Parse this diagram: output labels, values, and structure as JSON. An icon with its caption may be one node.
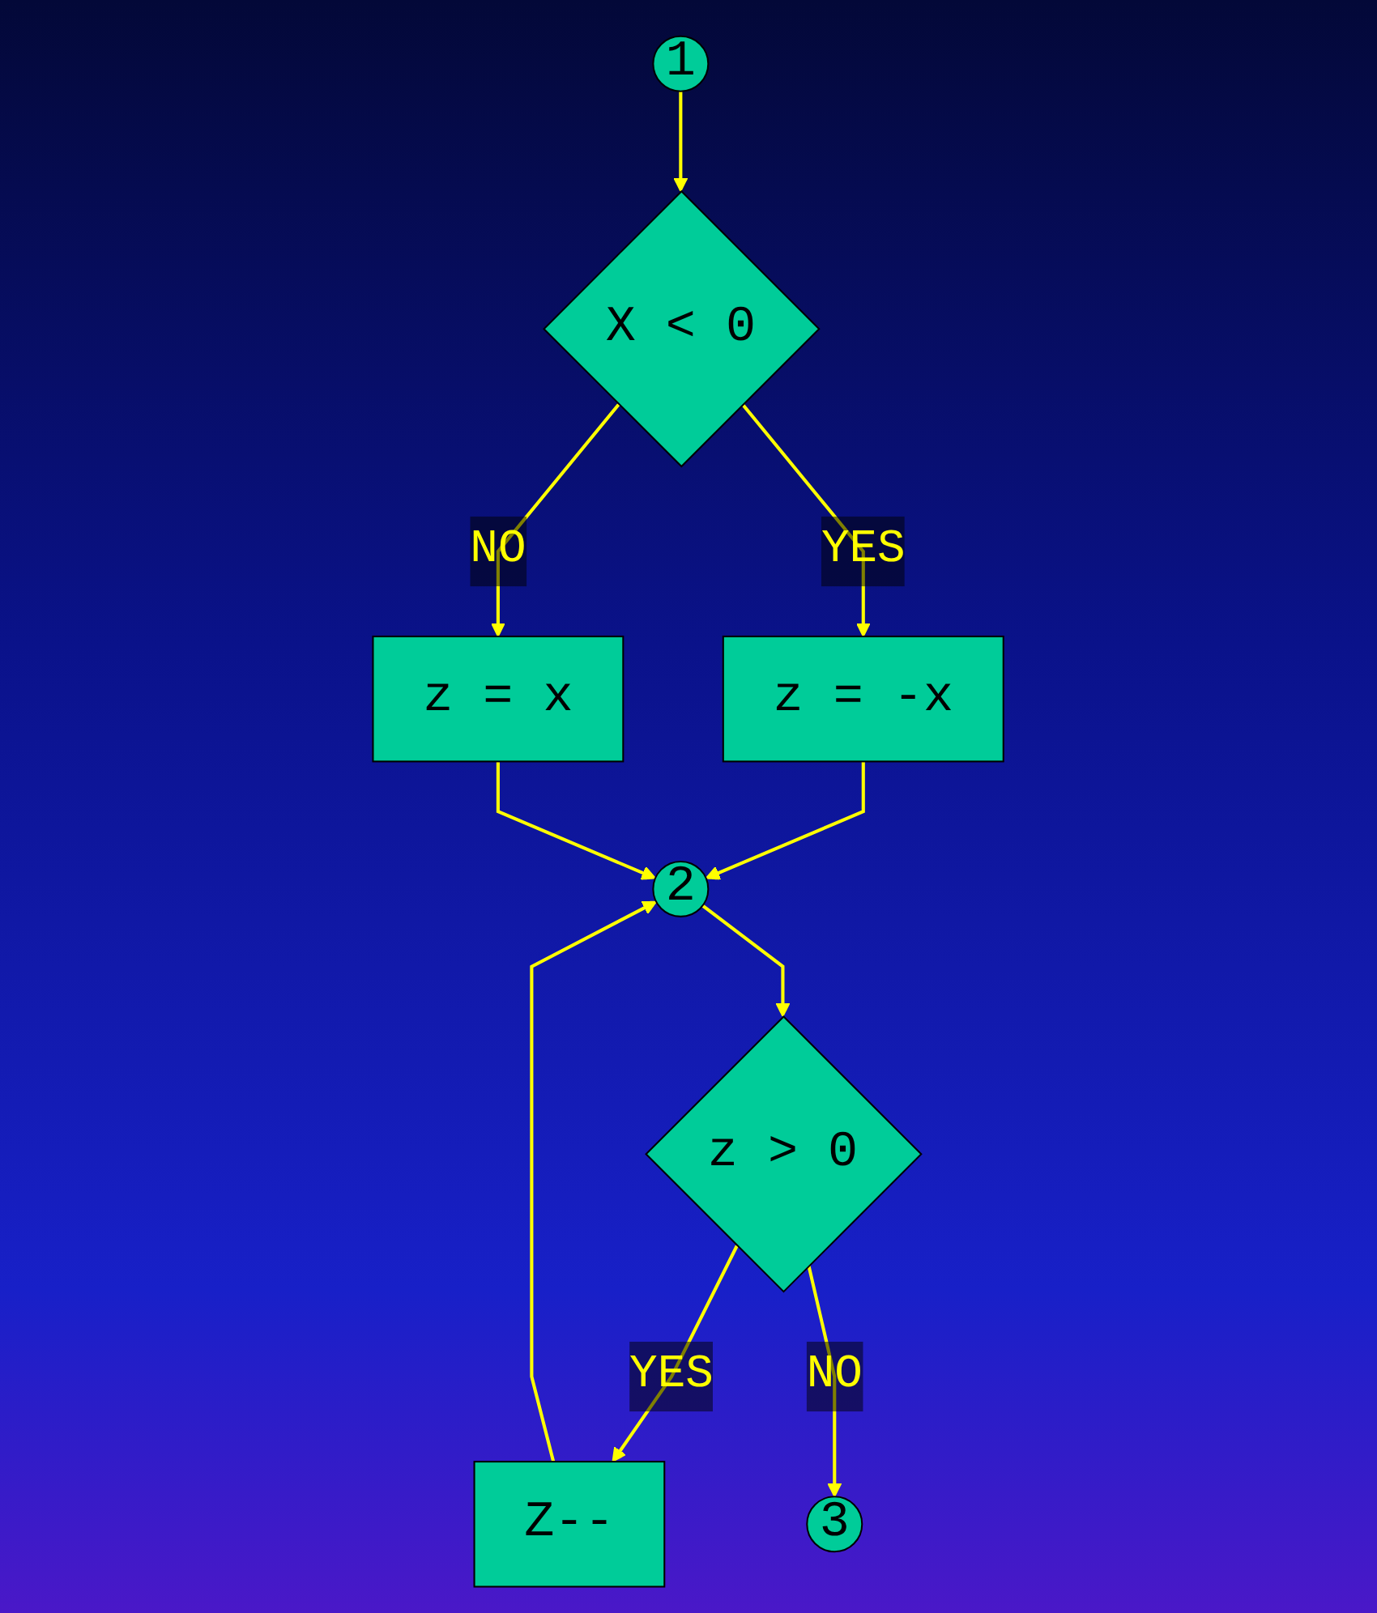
{
  "diagram": {
    "nodes": [
      {
        "text": [
          "1"
        ]
      },
      {
        "text": [
          "X < 0"
        ]
      },
      {
        "text": [
          "z = -x"
        ]
      },
      {
        "text": [
          "z = x"
        ]
      },
      {
        "text": [
          "2"
        ]
      },
      {
        "text": [
          "z > 0"
        ]
      },
      {
        "text": [
          "Z--"
        ]
      },
      {
        "text": [
          "3"
        ]
      }
    ],
    "edges": [
      {
        "from": 0,
        "to": 1,
        "arrow": "to"
      },
      {
        "from": 1,
        "to": 2,
        "arrow": "to",
        "label": "YES"
      },
      {
        "from": 1,
        "to": 3,
        "arrow": "to",
        "label": "NO"
      },
      {
        "from": 2,
        "to": 4,
        "arrow": "to"
      },
      {
        "from": 3,
        "to": 4,
        "arrow": "to"
      },
      {
        "from": 6,
        "to": 4,
        "arrow": "to"
      },
      {
        "from": 4,
        "to": 5,
        "arrow": "to"
      },
      {
        "from": 5,
        "to": 6,
        "arrow": "to",
        "label": "YES"
      },
      {
        "from": 5,
        "to": 7,
        "arrow": "to",
        "label": "NO"
      }
    ]
  }
}
